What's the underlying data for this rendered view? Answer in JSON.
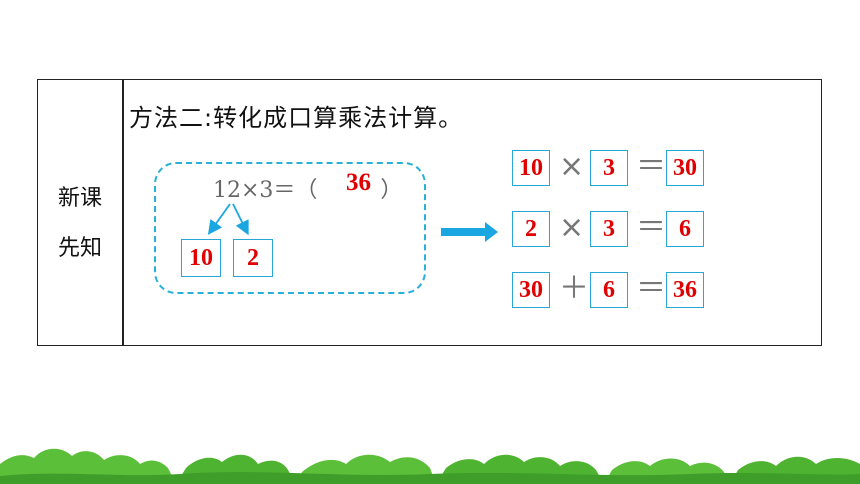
{
  "side_label": {
    "line1": "新课",
    "line2": "先知"
  },
  "heading": "方法二:转化成口算乘法计算。",
  "expression": "12×3＝（",
  "expression_close": "）",
  "answer": "36",
  "split": {
    "left": "10",
    "right": "2"
  },
  "equations": [
    {
      "a": "10",
      "op": "×",
      "b": "3",
      "eq": "＝",
      "r": "30"
    },
    {
      "a": "2",
      "op": "×",
      "b": "3",
      "eq": "＝",
      "r": "6"
    },
    {
      "a": "30",
      "op": "＋",
      "b": "6",
      "eq": "＝",
      "r": "36"
    }
  ],
  "colors": {
    "answer_red": "#e00000",
    "box_border": "#29a6d6",
    "arrow_blue": "#1aa6e0",
    "grass_green": "#5cbf3a"
  }
}
